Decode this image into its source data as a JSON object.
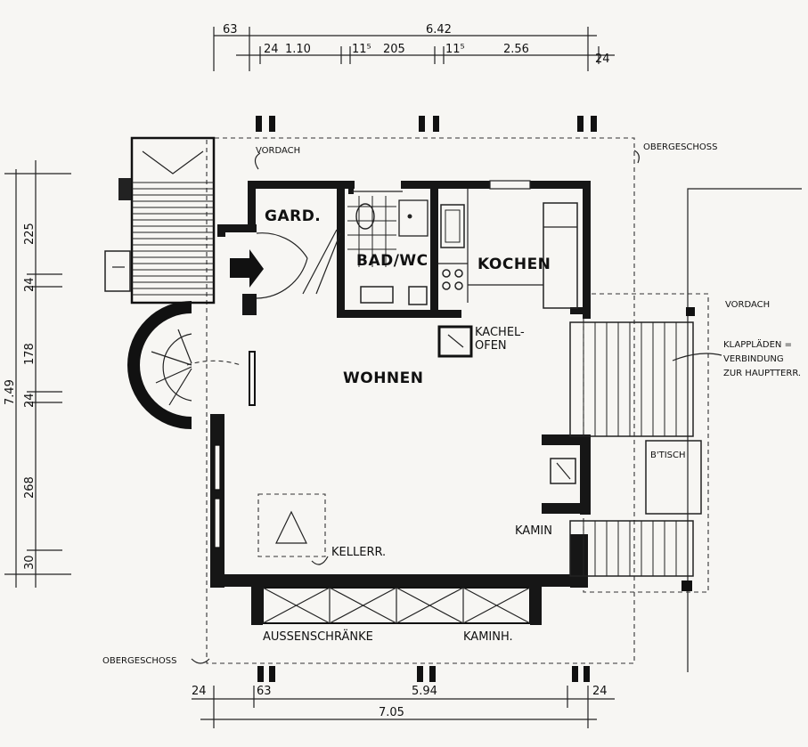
{
  "rooms": {
    "wohnen": "WOHNEN",
    "kochen": "KOCHEN",
    "bad_wc": "BAD/WC",
    "gard": "GARD.",
    "kachelofen_1": "KACHEL-",
    "kachelofen_2": "OFEN",
    "kamin": "KAMIN",
    "btisch": "B'TISCH",
    "kellerr": "KELLERR.",
    "aussenschraenke": "AUSSENSCHRÄNKE",
    "kaminh": "KAMINH.",
    "vordach_top": "VORDACH",
    "vordach_right": "VORDACH",
    "obergeschoss_top": "OBERGESCHOSS",
    "obergeschoss_bottom": "OBERGESCHOSS"
  },
  "notes": {
    "klapplaeden_1": "KLAPPLÄDEN =",
    "klapplaeden_2": "VERBINDUNG",
    "klapplaeden_3": "ZUR HAUPTTERR."
  },
  "dims_top": {
    "d63": "63",
    "total": "6.42",
    "d24a": "24",
    "d110": "1.10",
    "d115a": "11⁵",
    "d205": "205",
    "d115b": "11⁵",
    "d256": "2.56",
    "d24b": "24"
  },
  "dims_left": {
    "total": "7.49",
    "d225": "225",
    "d24a": "24",
    "d178": "178",
    "d24b": "24",
    "d268": "268",
    "d30": "30"
  },
  "dims_bottom": {
    "d24a": "24",
    "d63": "63",
    "d594": "5.94",
    "d24b": "24",
    "total": "7.05"
  }
}
